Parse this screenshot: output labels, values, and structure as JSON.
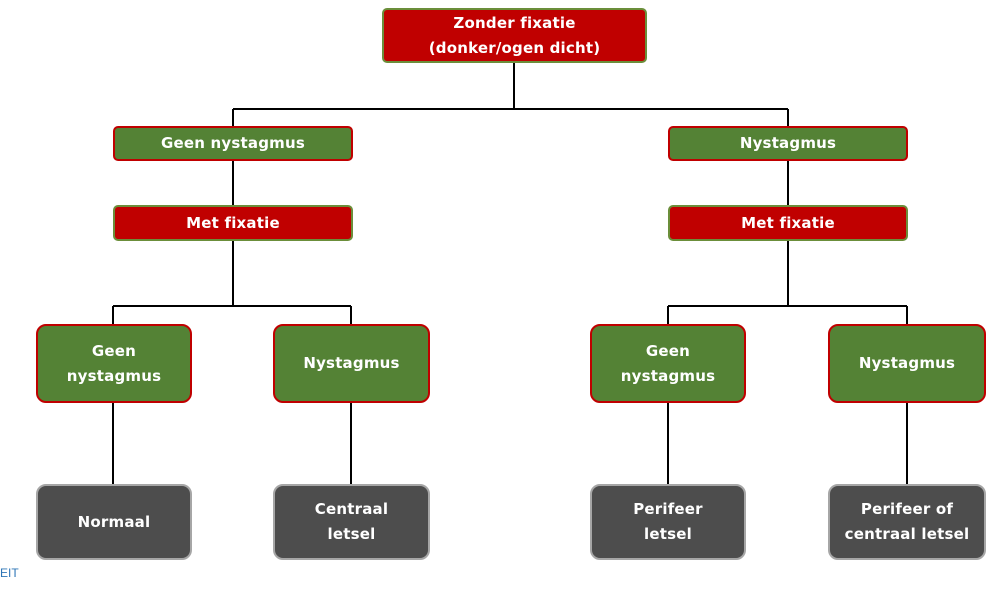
{
  "root": {
    "label": "Zonder fixatie\n(donker/ogen dicht)"
  },
  "left": {
    "branch_label": "Geen nystagmus",
    "fixation_label": "Met fixatie",
    "outcome_a": {
      "label": "Geen\nnystagmus",
      "result": "Normaal"
    },
    "outcome_b": {
      "label": "Nystagmus",
      "result": "Centraal\nletsel"
    }
  },
  "right": {
    "branch_label": "Nystagmus",
    "fixation_label": "Met fixatie",
    "outcome_a": {
      "label": "Geen\nnystagmus",
      "result": "Perifeer\nletsel"
    },
    "outcome_b": {
      "label": "Nystagmus",
      "result": "Perifeer of\ncentraal letsel"
    }
  },
  "watermark_text": "EIT",
  "colors": {
    "red": "#c00000",
    "green": "#548235",
    "gray": "#4d4d4d",
    "line": "#000000"
  }
}
